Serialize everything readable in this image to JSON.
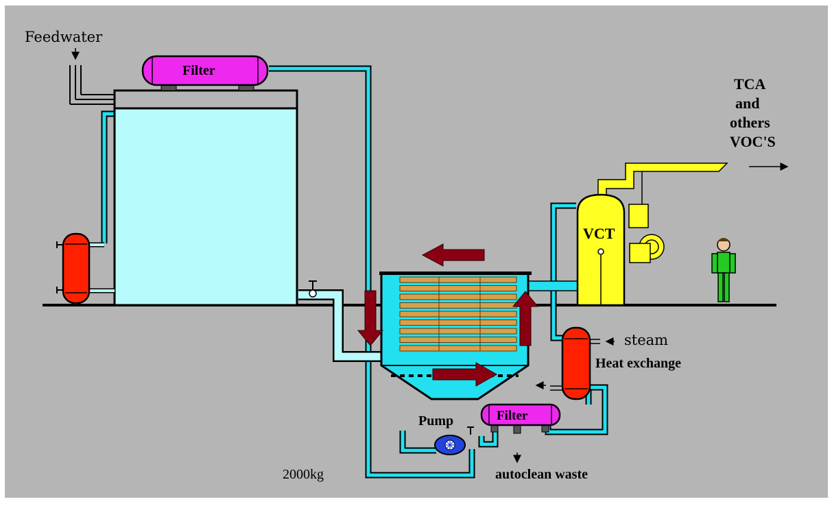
{
  "labels": {
    "feedwater": "Feedwater",
    "filter_top": "Filter",
    "filter_bottom": "Filter",
    "vct": "VCT",
    "steam": "steam",
    "heat_exchange": "Heat exchange",
    "pump": "Pump",
    "capacity": "2000kg",
    "autoclean_waste": "autoclean waste",
    "voc_line1": "TCA",
    "voc_line2": "and",
    "voc_line3": "others",
    "voc_line4": "VOC'S"
  },
  "colors": {
    "background": "#b5b5b5",
    "pipe": "#22e0f0",
    "tank_water": "#b8fbfc",
    "filter": "#ee28ee",
    "heater": "#ff2000",
    "vct": "#ffff22",
    "arrow": "#8a0012",
    "basket": "#d9a04a",
    "person": "#22cc22"
  }
}
